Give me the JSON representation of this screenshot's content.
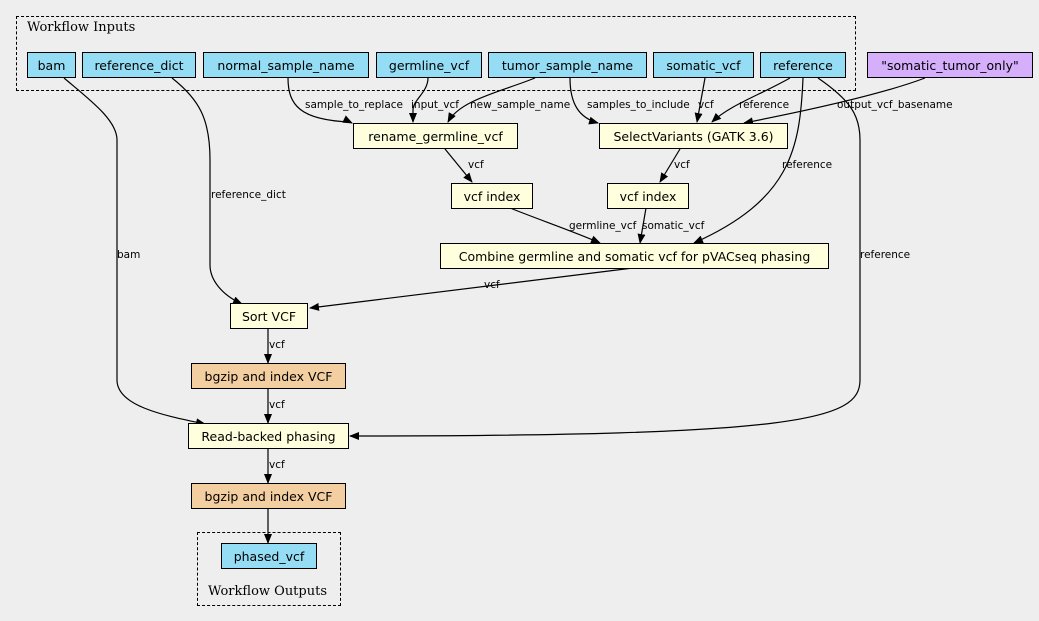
{
  "clusters": {
    "inputs_title": "Workflow Inputs",
    "outputs_title": "Workflow Outputs"
  },
  "inputs": {
    "bam": "bam",
    "reference_dict": "reference_dict",
    "normal_sample_name": "normal_sample_name",
    "germline_vcf": "germline_vcf",
    "tumor_sample_name": "tumor_sample_name",
    "somatic_vcf": "somatic_vcf",
    "reference": "reference"
  },
  "literal": "\"somatic_tumor_only\"",
  "steps": {
    "rename_germline_vcf": "rename_germline_vcf",
    "select_variants": "SelectVariants (GATK 3.6)",
    "vcf_index_germline": "vcf index",
    "vcf_index_somatic": "vcf index",
    "combine": "Combine germline and somatic vcf for pVACseq phasing",
    "sort_vcf": "Sort VCF",
    "bgzip1": "bgzip and index VCF",
    "phasing": "Read-backed phasing",
    "bgzip2": "bgzip and index VCF"
  },
  "outputs": {
    "phased_vcf": "phased_vcf"
  },
  "edge_labels": {
    "sample_to_replace": "sample_to_replace",
    "input_vcf": "input_vcf",
    "new_sample_name": "new_sample_name",
    "samples_to_include": "samples_to_include",
    "vcf_select": "vcf",
    "reference_select": "reference",
    "output_vcf_basename": "output_vcf_basename",
    "vcf_rename_index": "vcf",
    "vcf_select_index": "vcf",
    "reference_combine": "reference",
    "reference_dict": "reference_dict",
    "germline_vcf": "germline_vcf",
    "somatic_vcf": "somatic_vcf",
    "bam": "bam",
    "reference_phasing": "reference",
    "vcf_combine_sort": "vcf",
    "vcf_sort_bgzip": "vcf",
    "vcf_bgzip_phasing": "vcf",
    "vcf_phasing_bgzip": "vcf"
  },
  "colors": {
    "input": "#94ddf4",
    "step": "#ffffdd",
    "bgzip": "#f3cea1",
    "literal": "#d5aefc",
    "background": "#eeeeee"
  }
}
